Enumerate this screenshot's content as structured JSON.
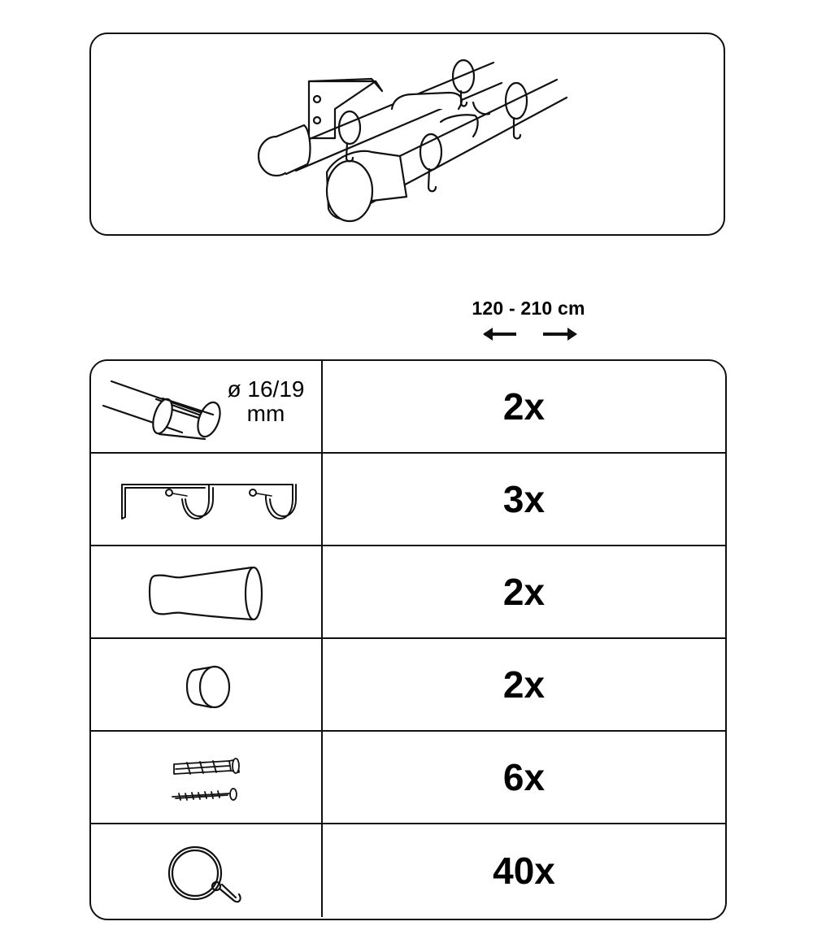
{
  "hero": {
    "icon": "double-curtain-rod-assembly-icon"
  },
  "length": {
    "label": "120 - 210 cm",
    "icon": "extend-arrows-icon"
  },
  "parts": [
    {
      "icon": "rod-tube-icon",
      "diameter_label": "ø 16/19",
      "unit_label": "mm",
      "quantity": "2x"
    },
    {
      "icon": "double-bracket-icon",
      "quantity": "3x"
    },
    {
      "icon": "flared-finial-icon",
      "quantity": "2x"
    },
    {
      "icon": "end-cap-icon",
      "quantity": "2x"
    },
    {
      "icon": "wall-plug-and-screw-icon",
      "quantity": "6x"
    },
    {
      "icon": "curtain-ring-with-hook-icon",
      "quantity": "40x"
    }
  ]
}
